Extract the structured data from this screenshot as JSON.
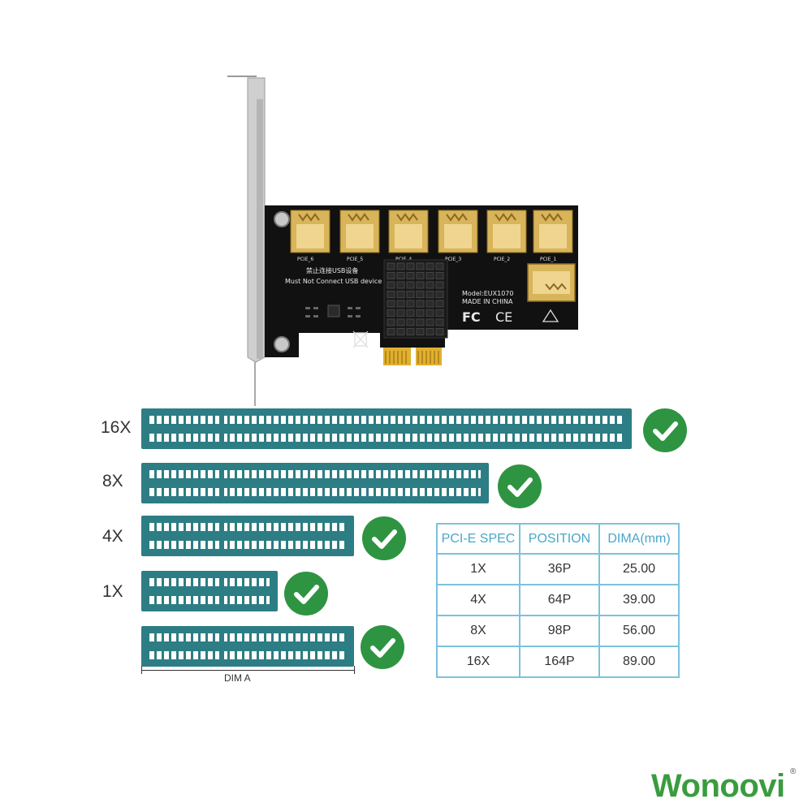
{
  "board": {
    "usb_port_count": 6,
    "port_labels": [
      "PCIE_6",
      "PCIE_5",
      "PCIE_4",
      "PCIE_3",
      "PCIE_2",
      "PCIE_1"
    ],
    "warning_cn": "禁止连接USB设备",
    "warning_en": "Must Not Connect USB device",
    "model": "Model:EUX1070",
    "origin": "MADE IN CHINA",
    "marks": [
      "FC",
      "CE"
    ],
    "colors": {
      "pcb": "#111111",
      "gold": "#d8b45a",
      "bracket": "#c9c9c9",
      "edge": "#e0b030"
    }
  },
  "slots": [
    {
      "label": "16X",
      "supported": true
    },
    {
      "label": "8X",
      "supported": true
    },
    {
      "label": "4X",
      "supported": true
    },
    {
      "label": "1X",
      "supported": true
    },
    {
      "label": "",
      "supported": true
    }
  ],
  "dim_label": "DIM A",
  "table": {
    "headers": [
      "PCI-E SPEC",
      "POSITION",
      "DIMA(mm)"
    ],
    "rows": [
      [
        "1X",
        "36P",
        "25.00"
      ],
      [
        "4X",
        "64P",
        "39.00"
      ],
      [
        "8X",
        "98P",
        "56.00"
      ],
      [
        "16X",
        "164P",
        "89.00"
      ]
    ]
  },
  "brand": {
    "name": "Wonoovi",
    "mark": "®",
    "color": "#3a9c3e"
  },
  "colors": {
    "slot": "#2d7d84",
    "check": "#2e9442",
    "table_border": "#7cc2dd",
    "table_header": "#4aa6c8"
  }
}
